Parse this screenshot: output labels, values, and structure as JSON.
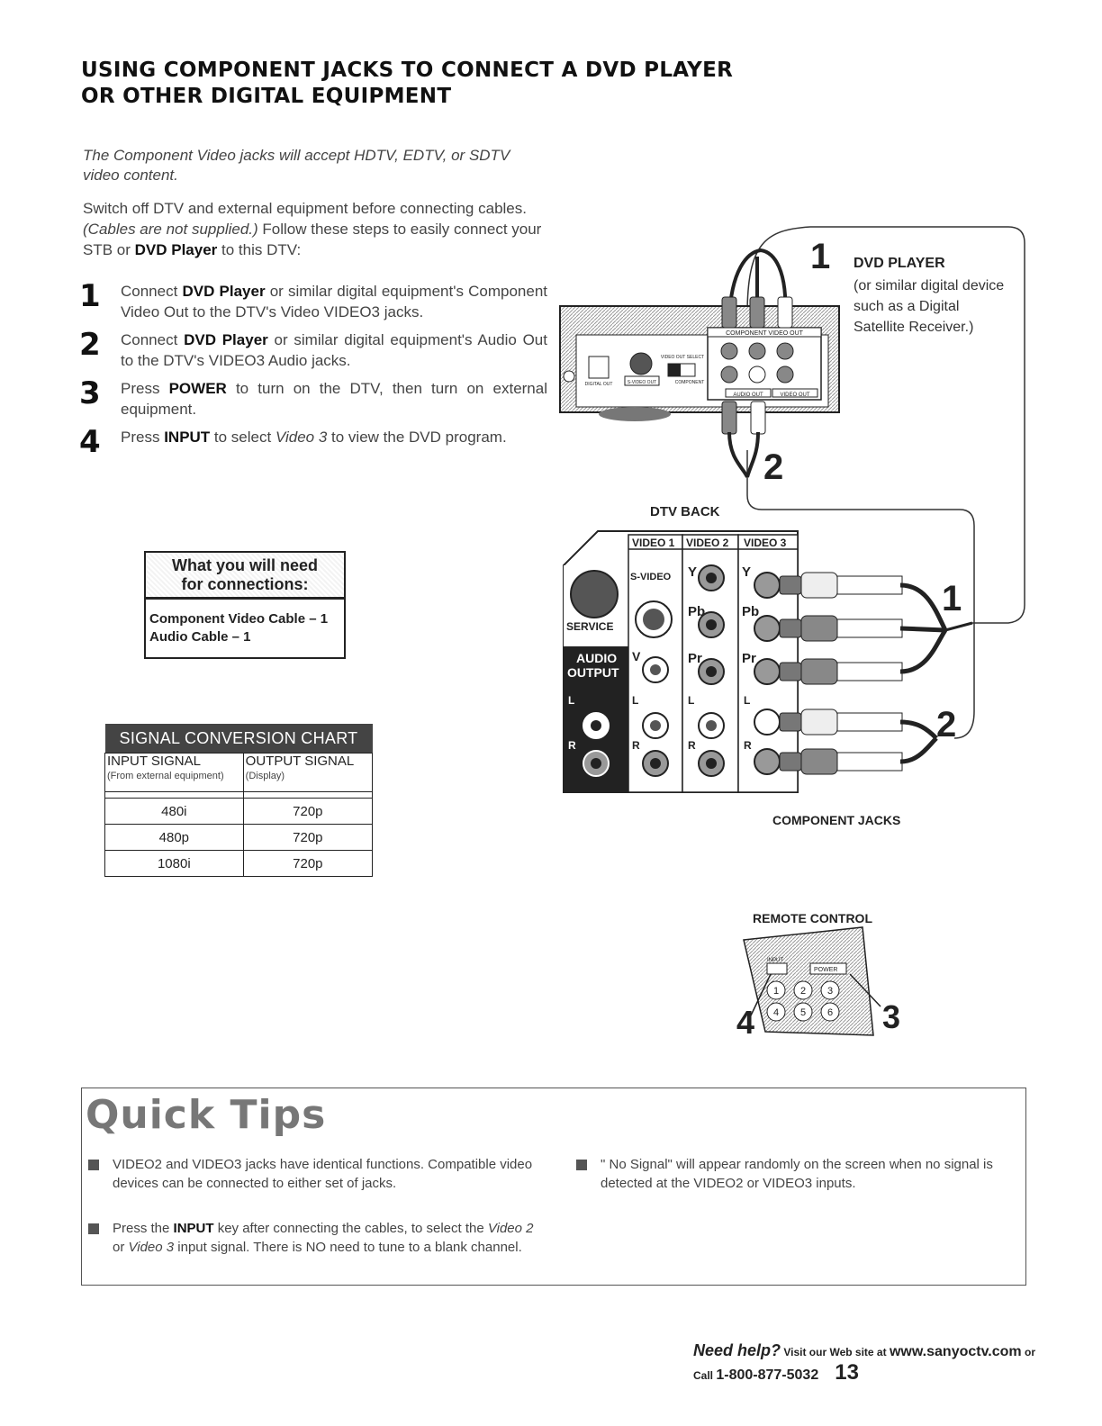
{
  "title": {
    "line1": "USING COMPONENT JACKS TO CONNECT A DVD PLAYER",
    "line2": "OR OTHER DIGITAL EQUIPMENT"
  },
  "intro_italic": "The Component Video jacks will accept HDTV, EDTV, or SDTV video content.",
  "intro": {
    "part1": "Switch off DTV and external equipment before connecting cables. ",
    "italic": "(Cables are not supplied.)",
    "part2": " Follow these steps to easily connect your STB or ",
    "bold": "DVD Player",
    "part3": " to this DTV:"
  },
  "steps": [
    {
      "num": "1",
      "pre": "Connect ",
      "bold": "DVD Player",
      "post": " or similar digital equipment's Component Video Out to the DTV's Video VIDEO3 jacks."
    },
    {
      "num": "2",
      "pre": "Connect ",
      "bold": "DVD Player",
      "post": " or similar digital equipment's Audio Out to the DTV's VIDEO3 Audio jacks."
    },
    {
      "num": "3",
      "pre": "Press ",
      "bold": "POWER",
      "post": " to turn on the DTV, then turn on external equipment."
    },
    {
      "num": "4",
      "pre": "Press ",
      "bold": "INPUT",
      "mid": " to select ",
      "italic": "Video 3",
      "post": " to view the DVD program."
    }
  ],
  "need_box": {
    "heading1": "What you will need",
    "heading2": "for connections:",
    "item1": "Component Video Cable  – 1",
    "item2": "Audio Cable  – 1"
  },
  "signal_chart": {
    "caption": "SIGNAL CONVERSION CHART",
    "col1": "INPUT SIGNAL",
    "col1_sub": "(From external equipment)",
    "col2": "OUTPUT SIGNAL",
    "col2_sub": "(Display)",
    "rows": [
      {
        "input": "480i",
        "output": "720p"
      },
      {
        "input": "480p",
        "output": "720p"
      },
      {
        "input": "1080i",
        "output": "720p"
      }
    ]
  },
  "diagram": {
    "dvd_title": "DVD PLAYER",
    "dvd_desc": "(or similar digital device such as a Digital Satellite Receiver.)",
    "callout_1": "1",
    "callout_2": "2",
    "dvd_component_out": "COMPONENT VIDEO OUT",
    "dvd_audio_out": "AUDIO OUT",
    "dvd_video_out": "VIDEO OUT",
    "dvd_video_out_select": "VIDEO OUT SELECT",
    "dvd_svideo_out": "S-VIDEO OUT",
    "dvd_digital_out": "DIGITAL OUT",
    "dvd_component": "COMPONENT",
    "dtv_back": "DTV BACK",
    "video1": "VIDEO 1",
    "video2": "VIDEO 2",
    "video3": "VIDEO 3",
    "svideo": "S-VIDEO",
    "service": "SERVICE",
    "audio": "AUDIO",
    "output": "OUTPUT",
    "y": "Y",
    "pb": "Pb",
    "pr": "Pr",
    "v": "V",
    "l": "L",
    "r": "R",
    "component_jacks": "COMPONENT JACKS",
    "remote_control": "REMOTE CONTROL",
    "remote_input": "INPUT",
    "remote_power": "POWER",
    "callout_4": "4",
    "callout_3": "3",
    "keys": [
      "1",
      "2",
      "3",
      "4",
      "5",
      "6"
    ]
  },
  "quick_tips": {
    "title": "Quick Tips",
    "tip1": "VIDEO2 and VIDEO3 jacks have identical functions. Compatible video devices can be connected to either set of jacks.",
    "tip2_pre": "Press the ",
    "tip2_bold": "INPUT",
    "tip2_mid": " key after connecting the cables, to select the ",
    "tip2_it1": "Video 2",
    "tip2_or": " or ",
    "tip2_it2": "Video 3",
    "tip2_post": " input signal. There is NO need to tune to a blank channel.",
    "tip3": "\" No Signal\" will appear randomly on the screen when no signal is detected at the VIDEO2 or VIDEO3 inputs."
  },
  "footer": {
    "need_help": "Need help?",
    "visit": " Visit our Web site at ",
    "url": "www.sanyoctv.com",
    "call": " or Call ",
    "phone": "1-800-877-5032",
    "page": "13"
  }
}
